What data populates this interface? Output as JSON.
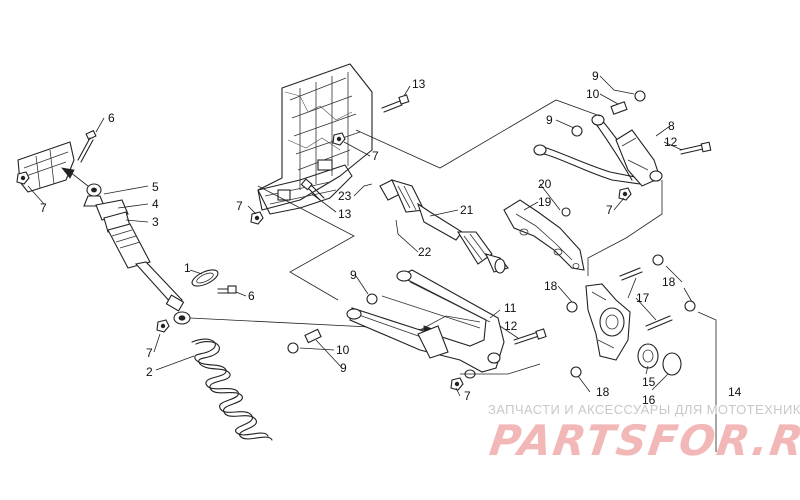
{
  "watermark": {
    "caption": "ЗАПЧАСТИ И АКСЕССУАРЫ ДЛЯ МОТОТЕХНИКИ",
    "logo": "PARTSFOR.RU"
  },
  "callouts": [
    {
      "id": "c6a",
      "text": "6"
    },
    {
      "id": "c7a",
      "text": "7"
    },
    {
      "id": "c5",
      "text": "5"
    },
    {
      "id": "c4",
      "text": "4"
    },
    {
      "id": "c3",
      "text": "3"
    },
    {
      "id": "c1",
      "text": "1"
    },
    {
      "id": "c6b",
      "text": "6"
    },
    {
      "id": "c7b",
      "text": "7"
    },
    {
      "id": "c2",
      "text": "2"
    },
    {
      "id": "c13a",
      "text": "13"
    },
    {
      "id": "c7c",
      "text": "7"
    },
    {
      "id": "c23",
      "text": "23"
    },
    {
      "id": "c13b",
      "text": "13"
    },
    {
      "id": "c7d",
      "text": "7"
    },
    {
      "id": "c21",
      "text": "21"
    },
    {
      "id": "c22",
      "text": "22"
    },
    {
      "id": "c20",
      "text": "20"
    },
    {
      "id": "c19",
      "text": "19"
    },
    {
      "id": "c9a",
      "text": "9"
    },
    {
      "id": "c10a",
      "text": "10"
    },
    {
      "id": "c9b",
      "text": "9"
    },
    {
      "id": "c8",
      "text": "8"
    },
    {
      "id": "c12a",
      "text": "12"
    },
    {
      "id": "c7e",
      "text": "7"
    },
    {
      "id": "c9c",
      "text": "9"
    },
    {
      "id": "c11",
      "text": "11"
    },
    {
      "id": "c12b",
      "text": "12"
    },
    {
      "id": "c10b",
      "text": "10"
    },
    {
      "id": "c9d",
      "text": "9"
    },
    {
      "id": "c7f",
      "text": "7"
    },
    {
      "id": "c18a",
      "text": "18"
    },
    {
      "id": "c18b",
      "text": "18"
    },
    {
      "id": "c17",
      "text": "17"
    },
    {
      "id": "c18c",
      "text": "18"
    },
    {
      "id": "c15",
      "text": "15"
    },
    {
      "id": "c16",
      "text": "16"
    },
    {
      "id": "c14",
      "text": "14"
    }
  ]
}
